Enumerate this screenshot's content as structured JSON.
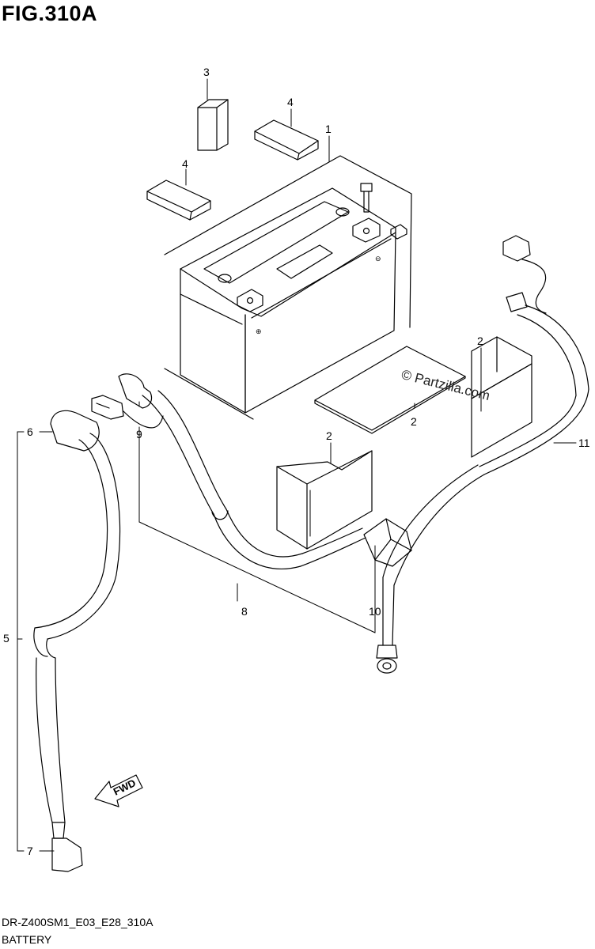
{
  "figure": {
    "title": "FIG.310A",
    "code": "DR-Z400SM1_E03_E28_310A",
    "name": "BATTERY",
    "watermark": "© Partzilla.com",
    "fwd_label": "FWD"
  },
  "callouts": {
    "c1": "1",
    "c2a": "2",
    "c2b": "2",
    "c2c": "2",
    "c3": "3",
    "c4a": "4",
    "c4b": "4",
    "c5": "5",
    "c6": "6",
    "c7": "7",
    "c8": "8",
    "c9": "9",
    "c10": "10",
    "c11": "11"
  }
}
